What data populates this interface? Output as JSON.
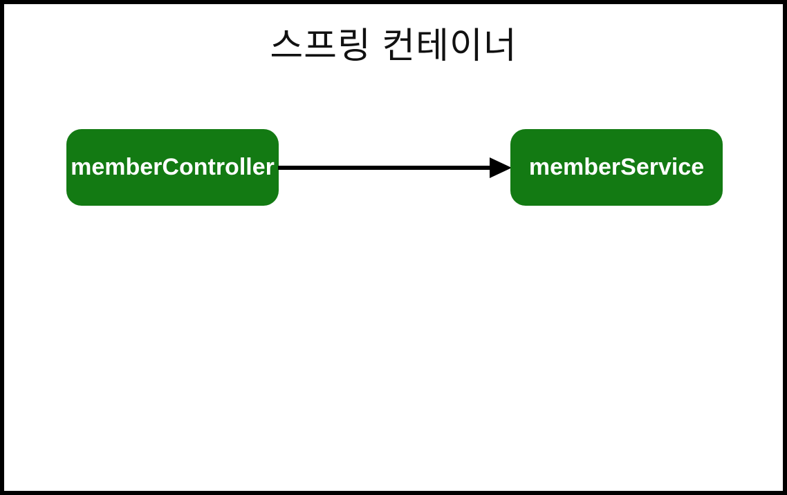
{
  "title": "스프링 컨테이너",
  "nodes": [
    {
      "id": "memberController",
      "label": "memberController"
    },
    {
      "id": "memberService",
      "label": "memberService"
    }
  ],
  "edges": [
    {
      "from": "memberController",
      "to": "memberService",
      "direction": "right"
    }
  ],
  "colors": {
    "background": "#ffffff",
    "border": "#000000",
    "node_bg": "#137a13",
    "node_text": "#ffffff",
    "arrow": "#000000",
    "title_text": "#111111"
  }
}
